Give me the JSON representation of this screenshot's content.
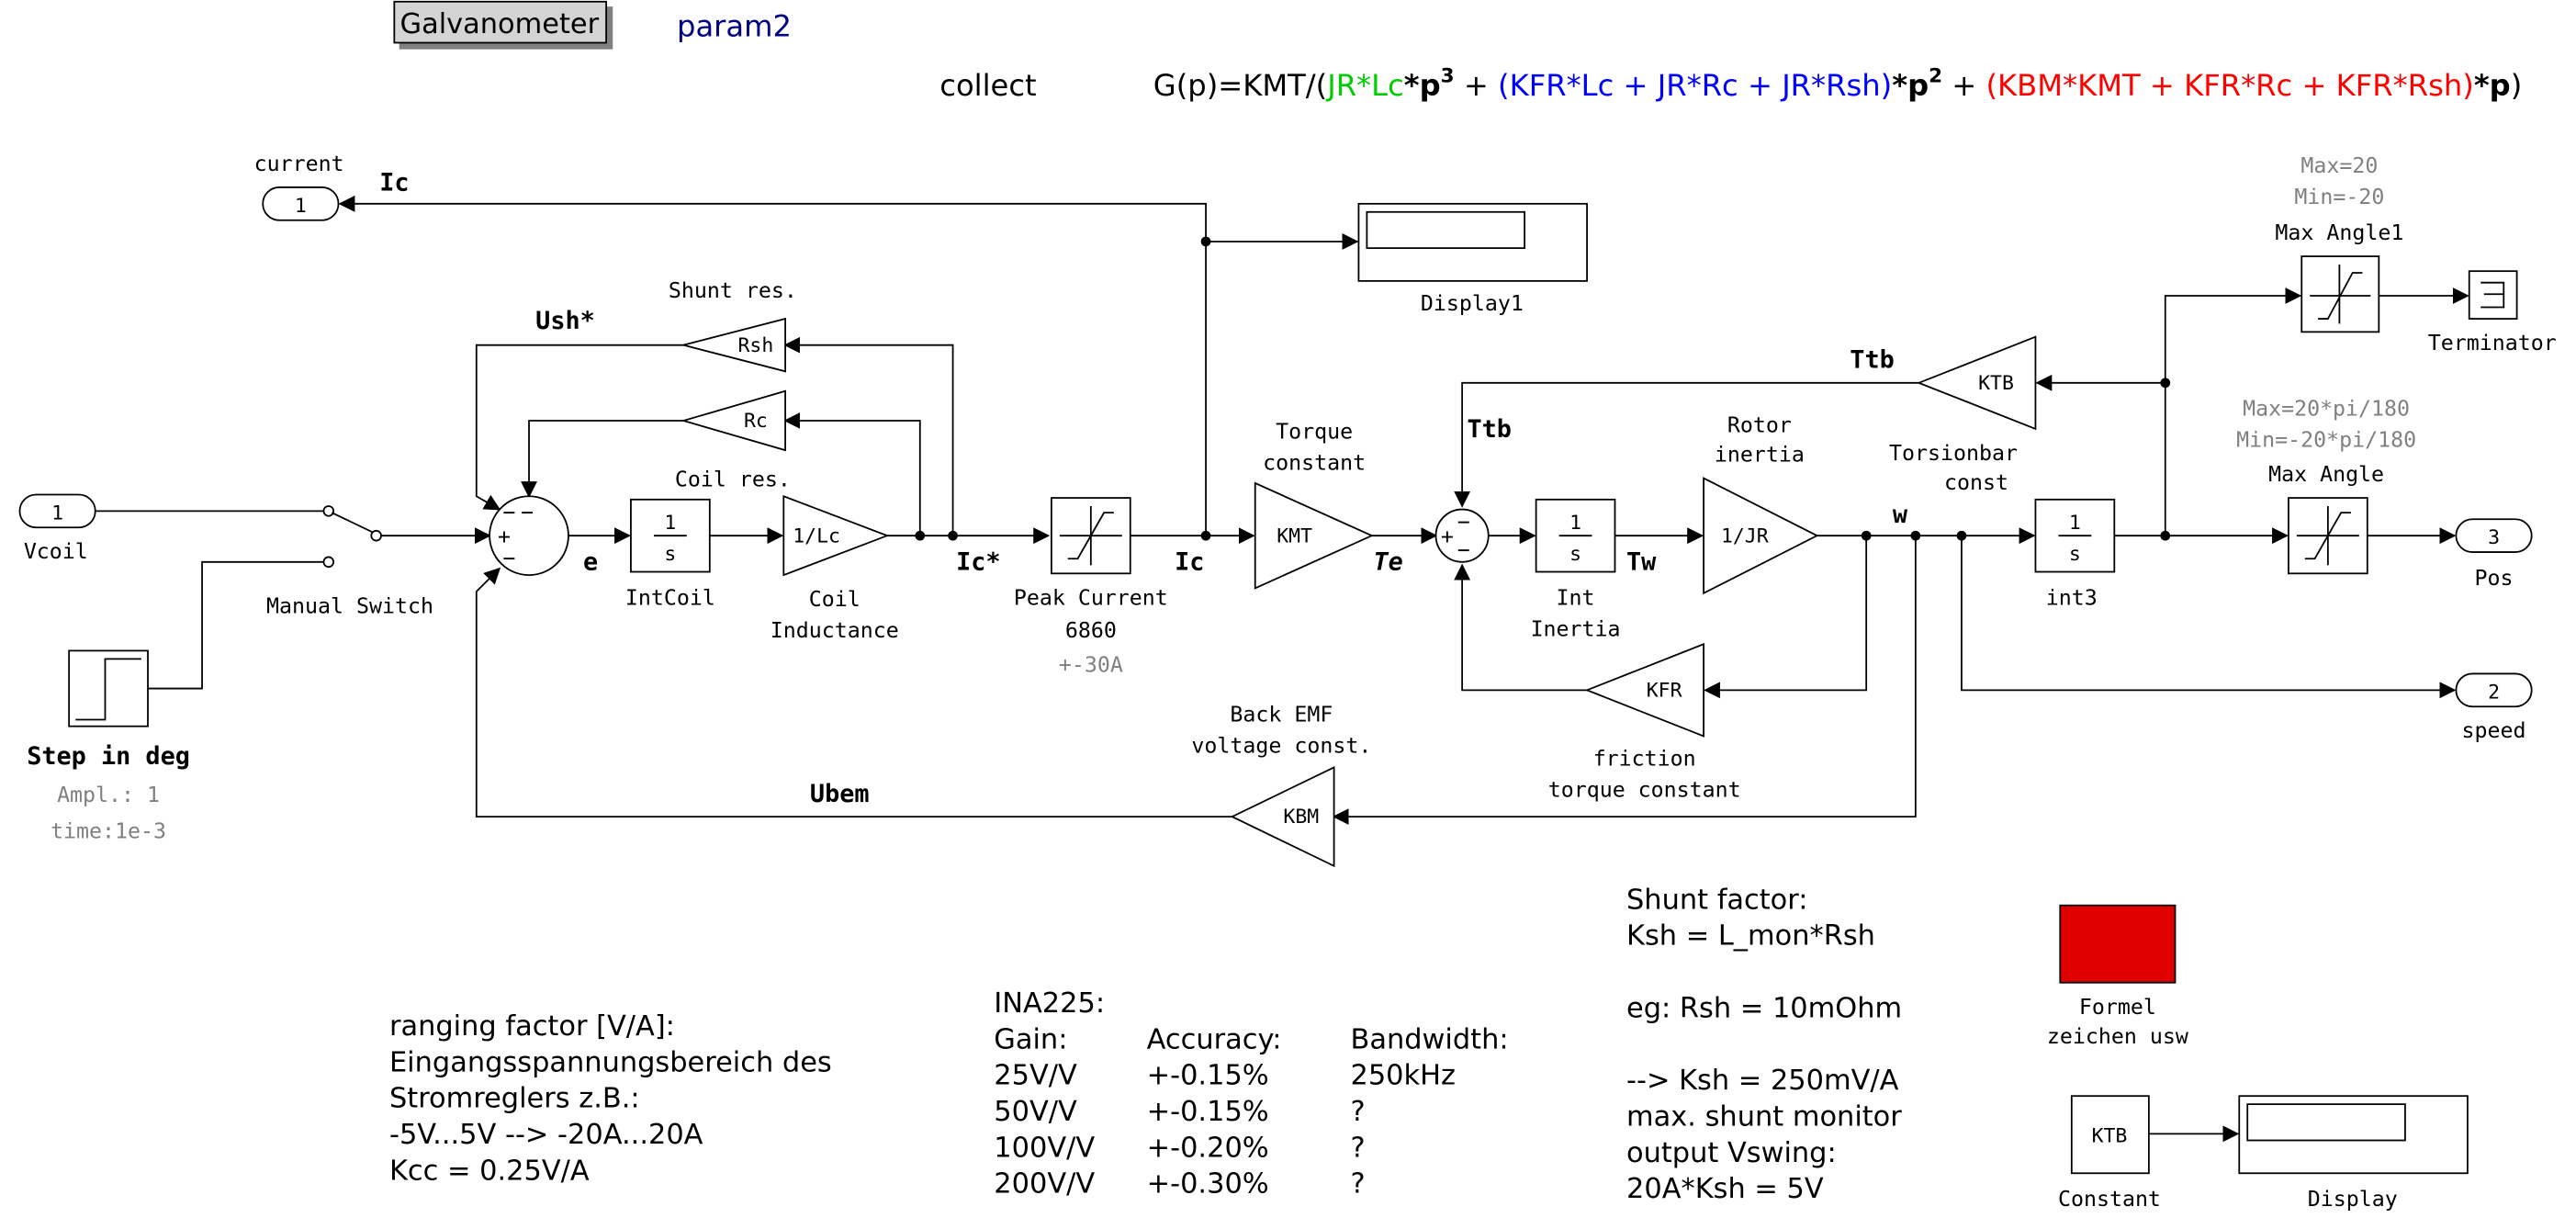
{
  "title_button": "Galvanometer",
  "param_label": "param2",
  "collect_label": "collect",
  "formula": {
    "prefix": "G(p)=KMT/(",
    "jrlc": "JR*Lc",
    "p3": "*p",
    "p3_exp": "3",
    "plus1": " + ",
    "blue": "(KFR*Lc + JR*Rc + JR*Rsh)",
    "p2": "*p",
    "p2_exp": "2",
    "plus2": " + ",
    "red": "(KBM*KMT + KFR*Rc + KFR*Rsh)",
    "p1": "*p",
    "close": ")"
  },
  "ports": {
    "current": {
      "num": "1",
      "name": "current"
    },
    "vcoil": {
      "num": "1",
      "name": "Vcoil"
    },
    "pos": {
      "num": "3",
      "name": "Pos"
    },
    "speed": {
      "num": "2",
      "name": "speed"
    }
  },
  "blocks": {
    "int_coil": {
      "num": "1",
      "den": "s",
      "label": "IntCoil"
    },
    "coil_ind": {
      "inner": "1/Lc",
      "label1": "Coil",
      "label2": "Inductance"
    },
    "rsh": {
      "inner": "Rsh",
      "label": "Shunt res."
    },
    "rc": {
      "inner": "Rc",
      "label": "Coil res."
    },
    "peak": {
      "label1": "Peak Current",
      "label2": "6860",
      "param": "+-30A"
    },
    "kmt": {
      "inner": "KMT",
      "label1": "Torque",
      "label2": "constant"
    },
    "int_inertia": {
      "num": "1",
      "den": "s",
      "label1": "Int",
      "label2": "Inertia"
    },
    "jr": {
      "inner": "1/JR",
      "label1": "Rotor",
      "label2": "inertia"
    },
    "kfr": {
      "inner": "KFR",
      "label1": "friction",
      "label2": "torque constant"
    },
    "ktb": {
      "inner": "KTB",
      "label1": "Torsionbar",
      "label2": "const"
    },
    "int3": {
      "num": "1",
      "den": "s",
      "label": "int3"
    },
    "max_angle": {
      "label": "Max Angle",
      "param1": "Max=20*pi/180",
      "param2": "Min=-20*pi/180"
    },
    "max_angle1": {
      "label": "Max Angle1",
      "param1": "Max=20",
      "param2": "Min=-20"
    },
    "terminator": {
      "label": "Terminator"
    },
    "kbm": {
      "inner": "KBM",
      "label1": "Back EMF",
      "label2": "voltage const."
    },
    "display1": {
      "label": "Display1"
    },
    "display": {
      "label": "Display"
    },
    "constant": {
      "inner": "KTB",
      "label": "Constant"
    },
    "manual_switch": {
      "label": "Manual Switch"
    },
    "step": {
      "label": "Step in deg",
      "param1": "Ampl.: 1",
      "param2": "time:1e-3"
    },
    "formel": {
      "label1": "Formel",
      "label2": "zeichen usw"
    }
  },
  "signals": {
    "ic_top": "Ic",
    "ush": "Ush*",
    "e": "e",
    "ic_star": "Ic*",
    "ic": "Ic",
    "te": "Te",
    "ttb_top": "Ttb",
    "ttb": "Ttb",
    "tw": "Tw",
    "w": "w",
    "ubem": "Ubem"
  },
  "notes": {
    "ranging": [
      "ranging factor [V/A]:",
      "Eingangsspannungsbereich des",
      "Stromreglers z.B.:",
      "-5V...5V --> -20A...20A",
      "Kcc = 0.25V/A"
    ],
    "ina_title": "INA225:",
    "ina_table": [
      [
        "Gain:",
        "Accuracy:",
        "Bandwidth:"
      ],
      [
        "25V/V",
        "+-0.15%",
        "250kHz"
      ],
      [
        "50V/V",
        "+-0.15%",
        "?"
      ],
      [
        "100V/V",
        "+-0.20%",
        "?"
      ],
      [
        "200V/V",
        "+-0.30%",
        "?"
      ]
    ],
    "shunt": [
      "Shunt factor:",
      "Ksh = L_mon*Rsh",
      "",
      "eg: Rsh = 10mOhm",
      "",
      "--> Ksh = 250mV/A",
      "max. shunt monitor",
      "output Vswing:",
      "20A*Ksh = 5V"
    ]
  },
  "colors": {
    "jrlc": "#00cc00",
    "blue": "#0000ff",
    "red": "#ff0000",
    "param": "#000080",
    "formel_fill": "#e00000",
    "gray": "#808080"
  }
}
